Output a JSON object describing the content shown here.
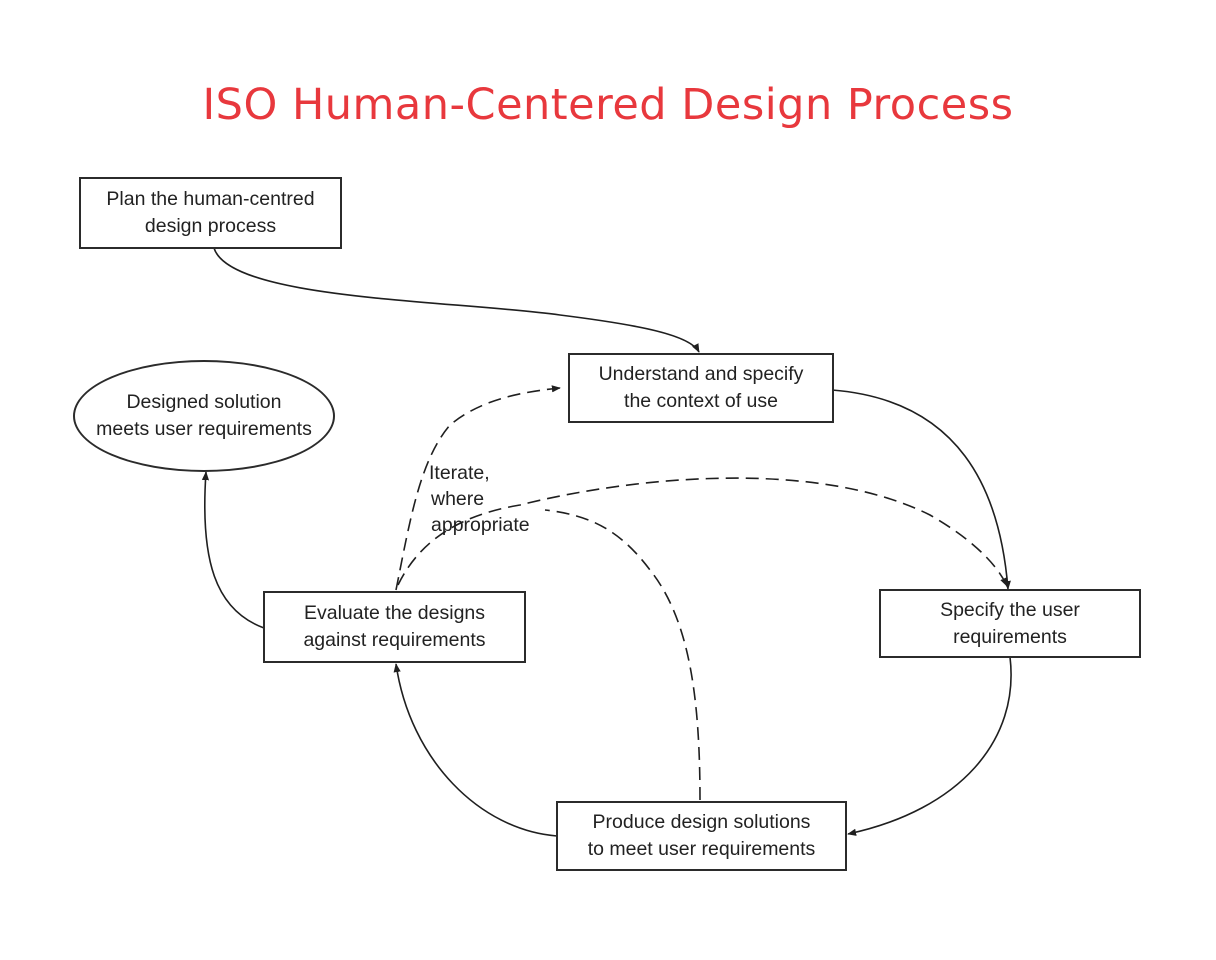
{
  "title": "ISO Human-Centered Design Process",
  "nodes": {
    "plan": {
      "text": "Plan the human-centred\ndesign process"
    },
    "understand": {
      "text": "Understand and specify\nthe context of use"
    },
    "specify": {
      "text": "Specify the user\nrequirements"
    },
    "produce": {
      "text": "Produce design solutions\nto meet user requirements"
    },
    "evaluate": {
      "text": "Evaluate the designs\nagainst requirements"
    },
    "solution": {
      "text": "Designed solution\nmeets user requirements"
    }
  },
  "iterate_label": {
    "line1": "Iterate,",
    "line2": "where",
    "line3": "appropriate"
  },
  "colors": {
    "title": "#e8383d",
    "line": "#1f1f1f",
    "text": "#222222"
  }
}
